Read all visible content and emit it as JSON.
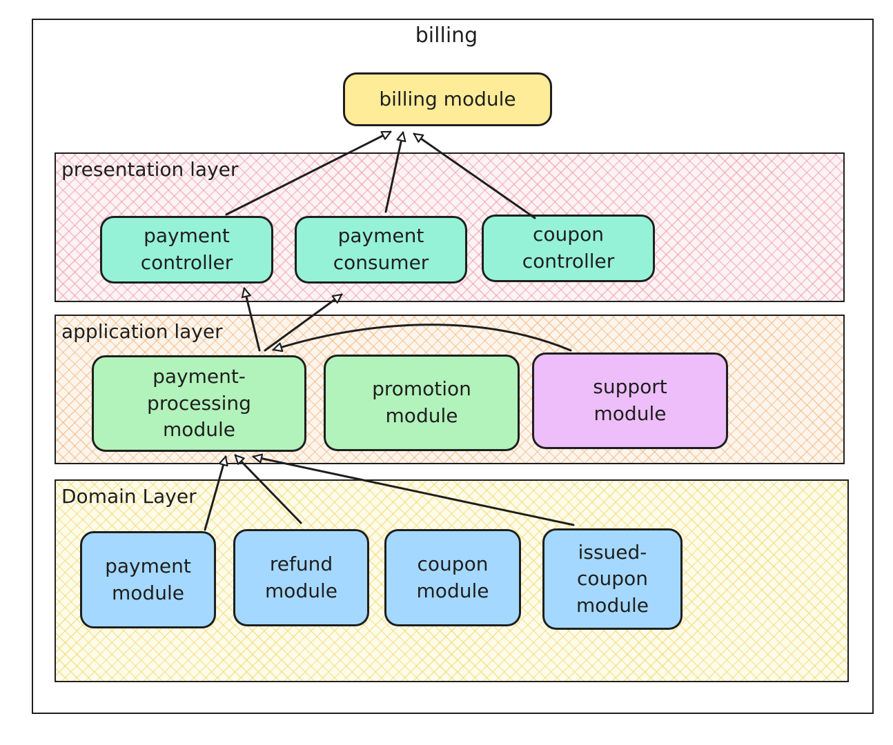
{
  "frame": {
    "title": "billing"
  },
  "layers": {
    "presentation": "presentation layer",
    "application": "application layer",
    "domain": "Domain Layer"
  },
  "nodes": {
    "billing_module": "billing module",
    "payment_controller": "payment\ncontroller",
    "payment_consumer": "payment\nconsumer",
    "coupon_controller": "coupon\ncontroller",
    "payment_processing_module": "payment-\nprocessing\nmodule",
    "promotion_module": "promotion\nmodule",
    "support_module": "support\nmodule",
    "payment_module": "payment\nmodule",
    "refund_module": "refund\nmodule",
    "coupon_module": "coupon\nmodule",
    "issued_coupon_module": "issued-\ncoupon\nmodule"
  },
  "colors": {
    "billing_module": "#ffec99",
    "presentation_nodes": "#96f2d7",
    "application_nodes": "#b2f2bb",
    "support_module": "#eebefa",
    "domain_nodes": "#a5d8ff",
    "stroke": "#1e1e1e"
  },
  "edges": [
    {
      "from": "payment_controller",
      "to": "billing_module"
    },
    {
      "from": "payment_consumer",
      "to": "billing_module"
    },
    {
      "from": "coupon_controller",
      "to": "billing_module"
    },
    {
      "from": "payment_processing_module",
      "to": "payment_controller"
    },
    {
      "from": "payment_processing_module",
      "to": "payment_consumer"
    },
    {
      "from": "support_module",
      "to": "payment_processing_module"
    },
    {
      "from": "payment_module",
      "to": "payment_processing_module"
    },
    {
      "from": "refund_module",
      "to": "payment_processing_module"
    },
    {
      "from": "issued_coupon_module",
      "to": "payment_processing_module"
    }
  ]
}
